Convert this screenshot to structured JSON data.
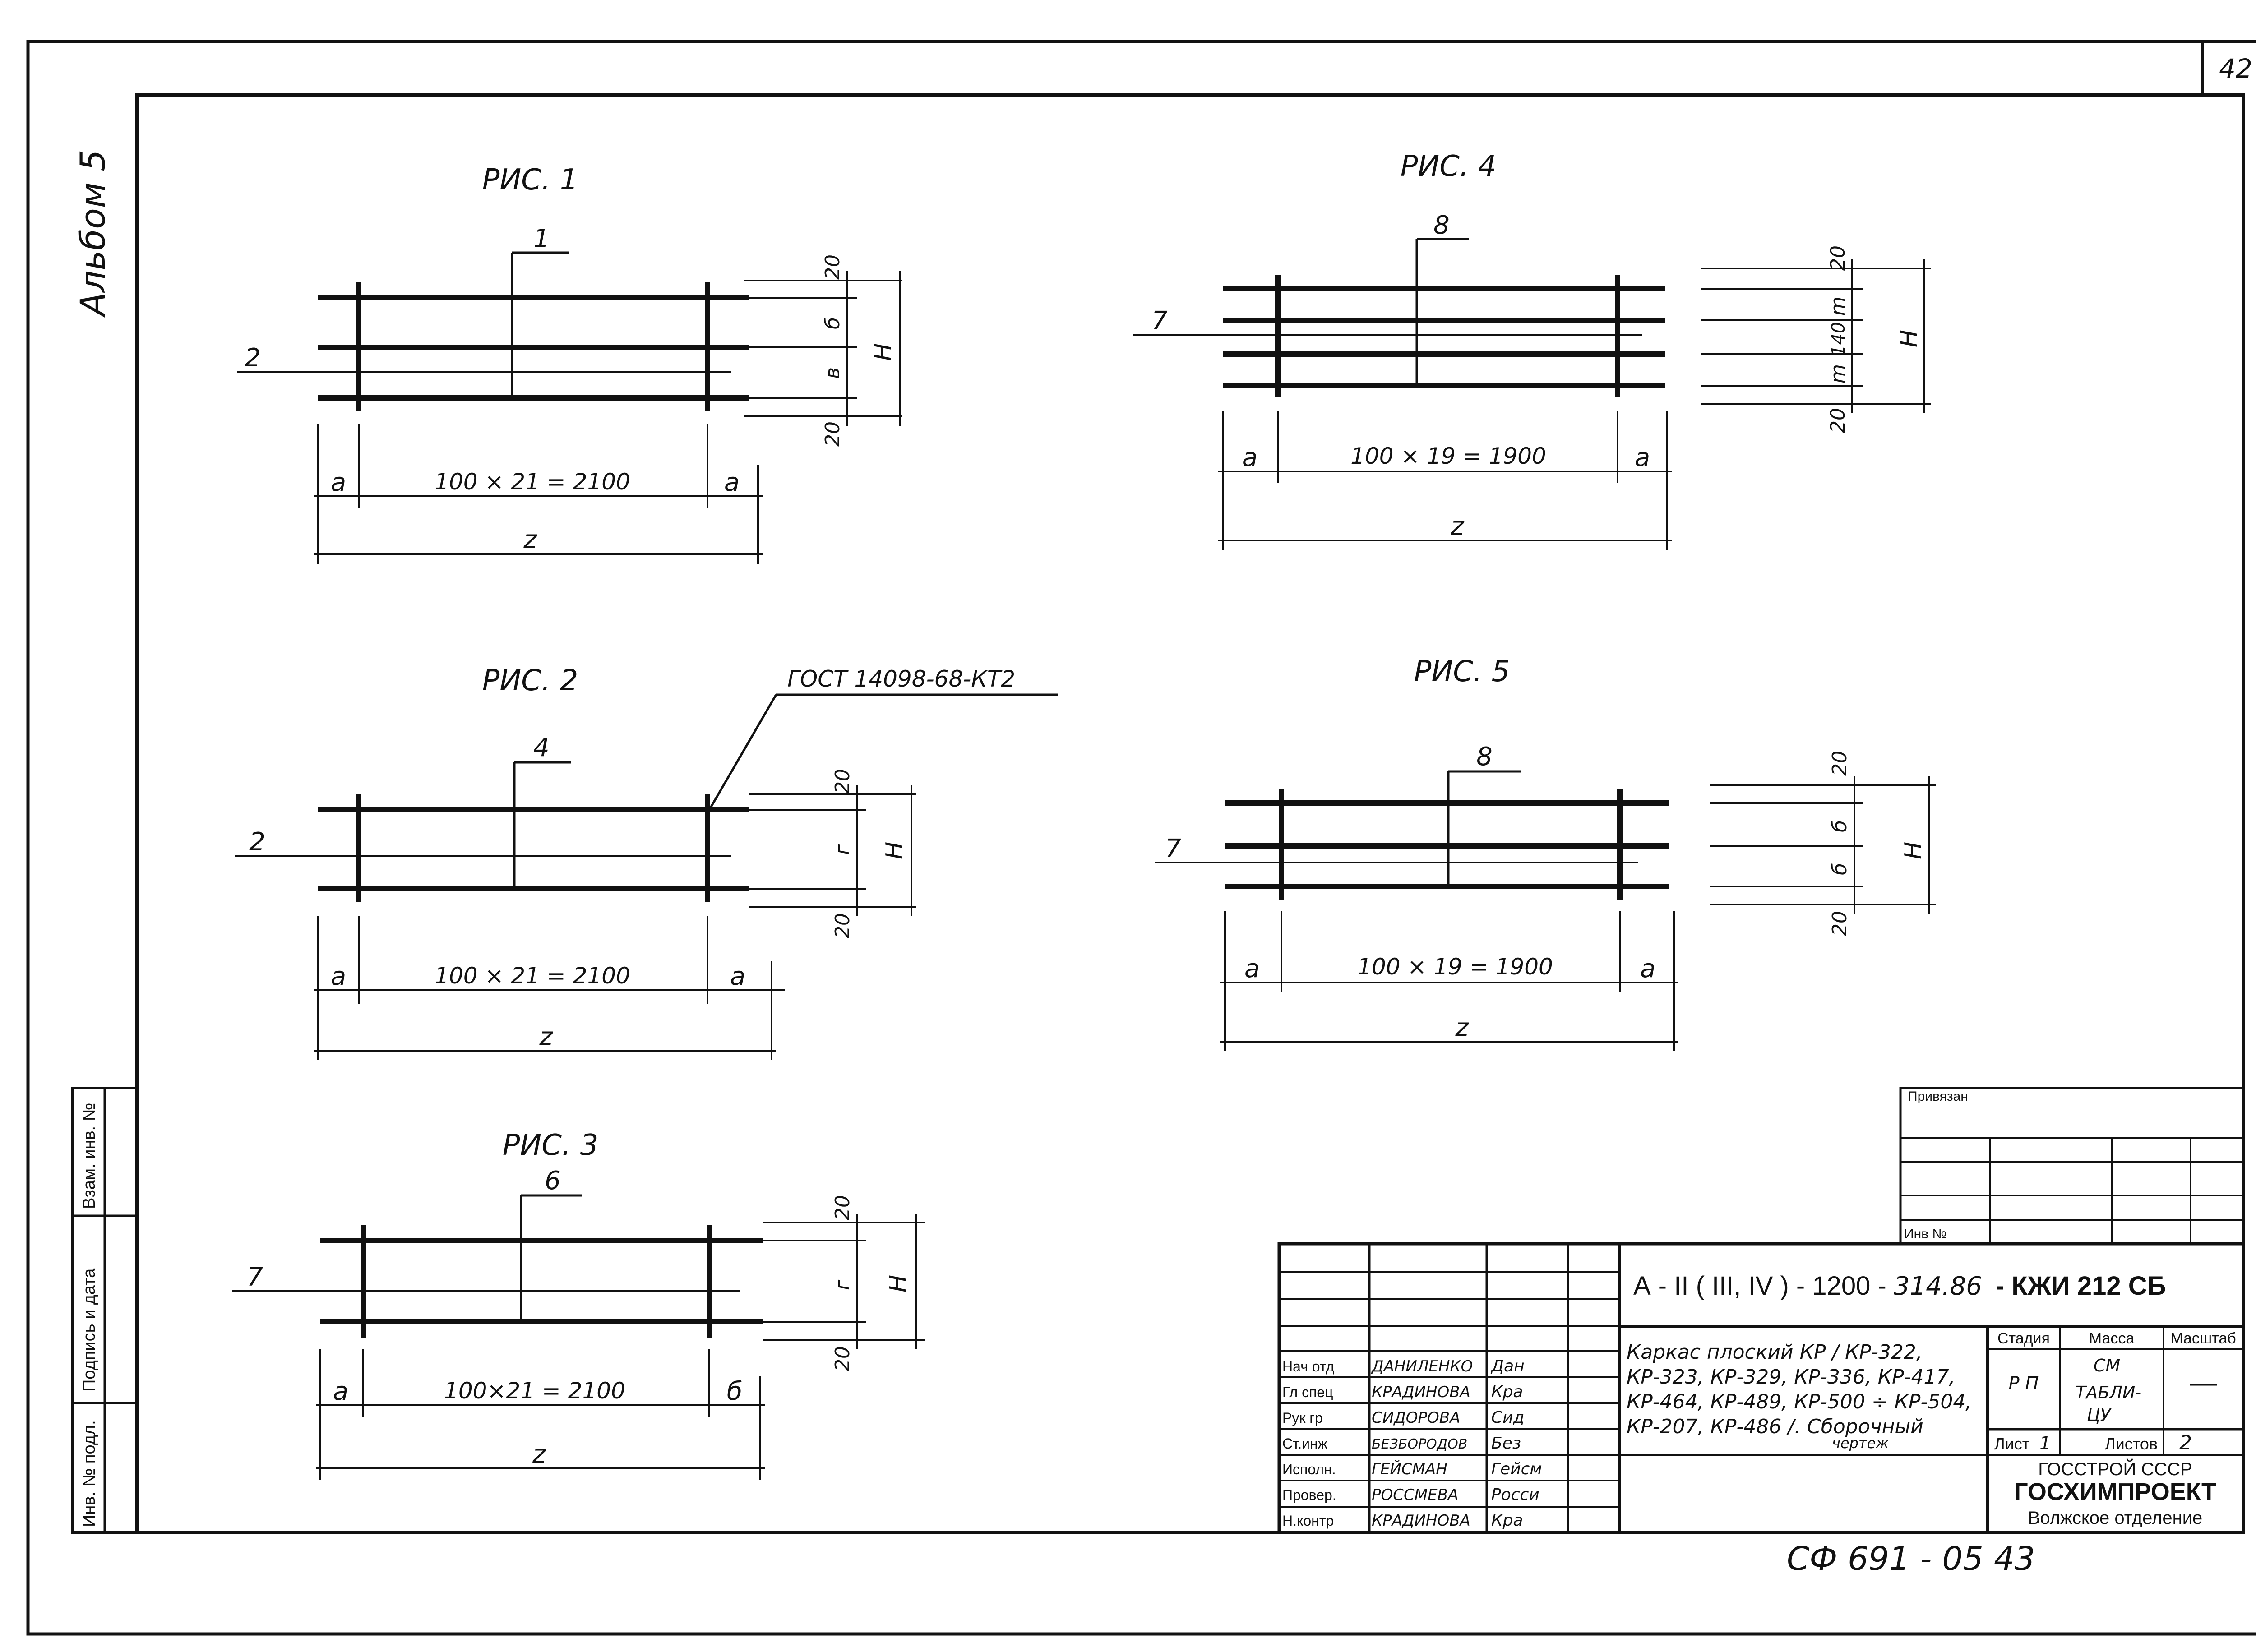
{
  "page_number": "42",
  "album_label": "Альбом 5",
  "figures": [
    {
      "title": "РИС. 1",
      "callouts": [
        "1",
        "2"
      ],
      "dim_a_left": "a",
      "dim_a_right": "a",
      "dim_span": "100 × 21 = 2100",
      "dim_total": "z",
      "vert_dims": [
        "20",
        "б",
        "в",
        "20"
      ],
      "vert_total": "H"
    },
    {
      "title": "РИС. 2",
      "callouts": [
        "4",
        "2"
      ],
      "weld_note": "ГОСТ 14098-68-КТ2",
      "dim_a_left": "a",
      "dim_a_right": "a",
      "dim_span": "100 × 21 = 2100",
      "dim_total": "z",
      "vert_dims": [
        "20",
        "г",
        "20"
      ],
      "vert_total": "H"
    },
    {
      "title": "РИС. 3",
      "callouts": [
        "6",
        "7"
      ],
      "dim_a_left": "a",
      "dim_a_right": "б",
      "dim_span": "100×21 = 2100",
      "dim_total": "z",
      "vert_dims": [
        "20",
        "г",
        "20"
      ],
      "vert_total": "H"
    },
    {
      "title": "РИС. 4",
      "callouts": [
        "8",
        "7"
      ],
      "dim_a_left": "a",
      "dim_a_right": "a",
      "dim_span": "100 × 19 = 1900",
      "dim_total": "z",
      "vert_dims": [
        "20",
        "m",
        "140",
        "m",
        "20"
      ],
      "vert_total": "H"
    },
    {
      "title": "РИС. 5",
      "callouts": [
        "8",
        "7"
      ],
      "dim_a_left": "a",
      "dim_a_right": "a",
      "dim_span": "100 × 19 = 1900",
      "dim_total": "z",
      "vert_dims": [
        "20",
        "б",
        "б",
        "20"
      ],
      "vert_total": "H"
    }
  ],
  "side_stamp": {
    "vzam_inv": "Взам. инв. №",
    "podpis_data": "Подпись и дата",
    "inv_podl": "Инв. № подл."
  },
  "privyazan": {
    "title": "Привязан",
    "inv_no": "Инв №"
  },
  "title_block": {
    "doc_code_1": "А - II ( III, IV ) - 1200 - ",
    "doc_code_2": "314.86",
    "doc_code_3": "- КЖИ 212 СБ",
    "description": [
      "Каркас плоский КР / КР-322,",
      "КР-323, КР-329, КР-336, КР-417,",
      "КР-464, КР-489, КР-500 ÷ КР-504,",
      "КР-207, КР-486 /. Сборочный",
      "чертеж"
    ],
    "stadia_label": "Стадия",
    "massa_label": "Масса",
    "masshtab_label": "Масштаб",
    "stadia_value": "Р П",
    "massa_value_1": "СМ",
    "massa_value_2": "ТАБЛИ-",
    "massa_value_3": "ЦУ",
    "masshtab_value": "—",
    "list_label": "Лист",
    "list_value": "1",
    "listov_label": "Листов",
    "listov_value": "2",
    "org_1": "ГОССТРОЙ СССР",
    "org_2": "ГОСХИМПРОЕКТ",
    "org_3": "Волжское отделение",
    "signatures": [
      {
        "role": "Нач отд",
        "name": "ДАНИЛЕНКО",
        "sign": "Дан"
      },
      {
        "role": "Гл спец",
        "name": "КРАДИНОВА",
        "sign": "Кра"
      },
      {
        "role": "Рук гр",
        "name": "СИДОРОВА",
        "sign": "Сид"
      },
      {
        "role": "Ст.инж",
        "name": "БЕЗБОРОДОВ",
        "sign": "Без"
      },
      {
        "role": "Исполн.",
        "name": "ГЕЙСМАН",
        "sign": "Гейсм"
      },
      {
        "role": "Провер.",
        "name": "РОССМЕВА",
        "sign": "Росси"
      },
      {
        "role": "Н.контр",
        "name": "КРАДИНОВА",
        "sign": "Кра"
      }
    ]
  },
  "footer_code": "СФ 691 - 05   43"
}
